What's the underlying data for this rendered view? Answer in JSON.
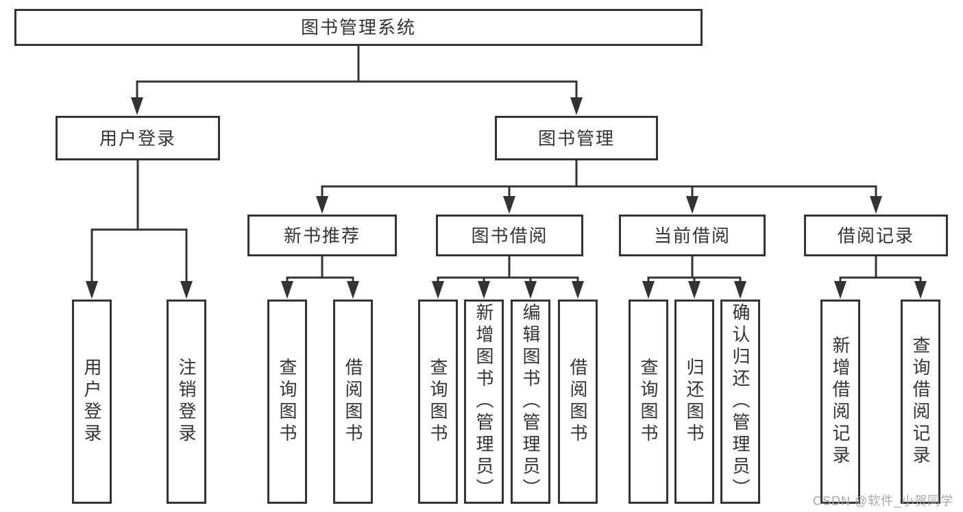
{
  "tree": {
    "root": {
      "label": "图书管理系统",
      "children": [
        {
          "label": "用户登录",
          "children": [
            {
              "label": "用户登录"
            },
            {
              "label": "注销登录"
            }
          ]
        },
        {
          "label": "图书管理",
          "children": [
            {
              "label": "新书推荐",
              "children": [
                {
                  "label": "查询图书"
                },
                {
                  "label": "借阅图书"
                }
              ]
            },
            {
              "label": "图书借阅",
              "children": [
                {
                  "label": "查询图书"
                },
                {
                  "label": "新增图书（管理员）"
                },
                {
                  "label": "编辑图书（管理员）"
                },
                {
                  "label": "借阅图书"
                }
              ]
            },
            {
              "label": "当前借阅",
              "children": [
                {
                  "label": "查询图书"
                },
                {
                  "label": "归还图书"
                },
                {
                  "label": "确认归还（管理员）"
                }
              ]
            },
            {
              "label": "借阅记录",
              "children": [
                {
                  "label": "新增借阅记录"
                },
                {
                  "label": "查询借阅记录"
                }
              ]
            }
          ]
        }
      ]
    }
  },
  "watermark": {
    "text": "CSDN @软件_小贺同学"
  },
  "colors": {
    "line": "#333333",
    "text": "#333333",
    "background": "#ffffff",
    "watermark": "#a3a3a3"
  }
}
